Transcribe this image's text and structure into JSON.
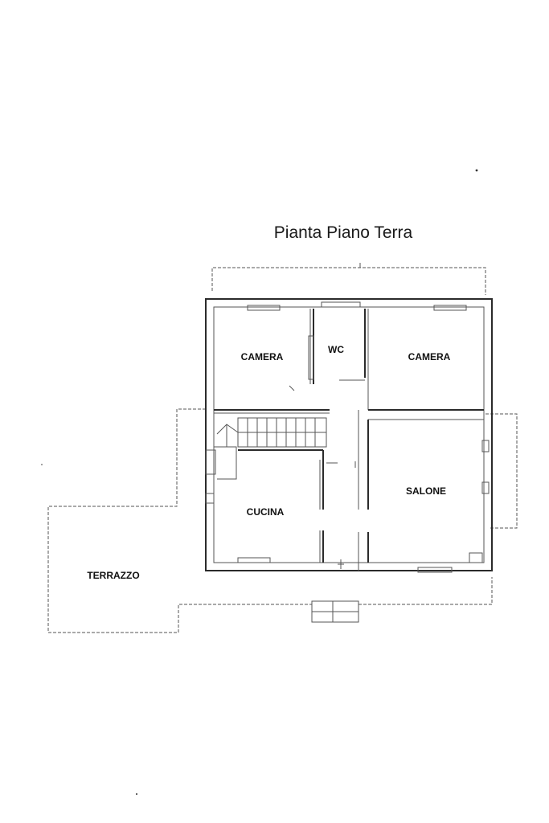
{
  "plan": {
    "title": "Pianta Piano Terra",
    "rooms": {
      "camera_left": "CAMERA",
      "wc": "WC",
      "camera_right": "CAMERA",
      "salone": "SALONE",
      "cucina": "CUCINA",
      "terrazzo": "TERRAZZO"
    }
  }
}
